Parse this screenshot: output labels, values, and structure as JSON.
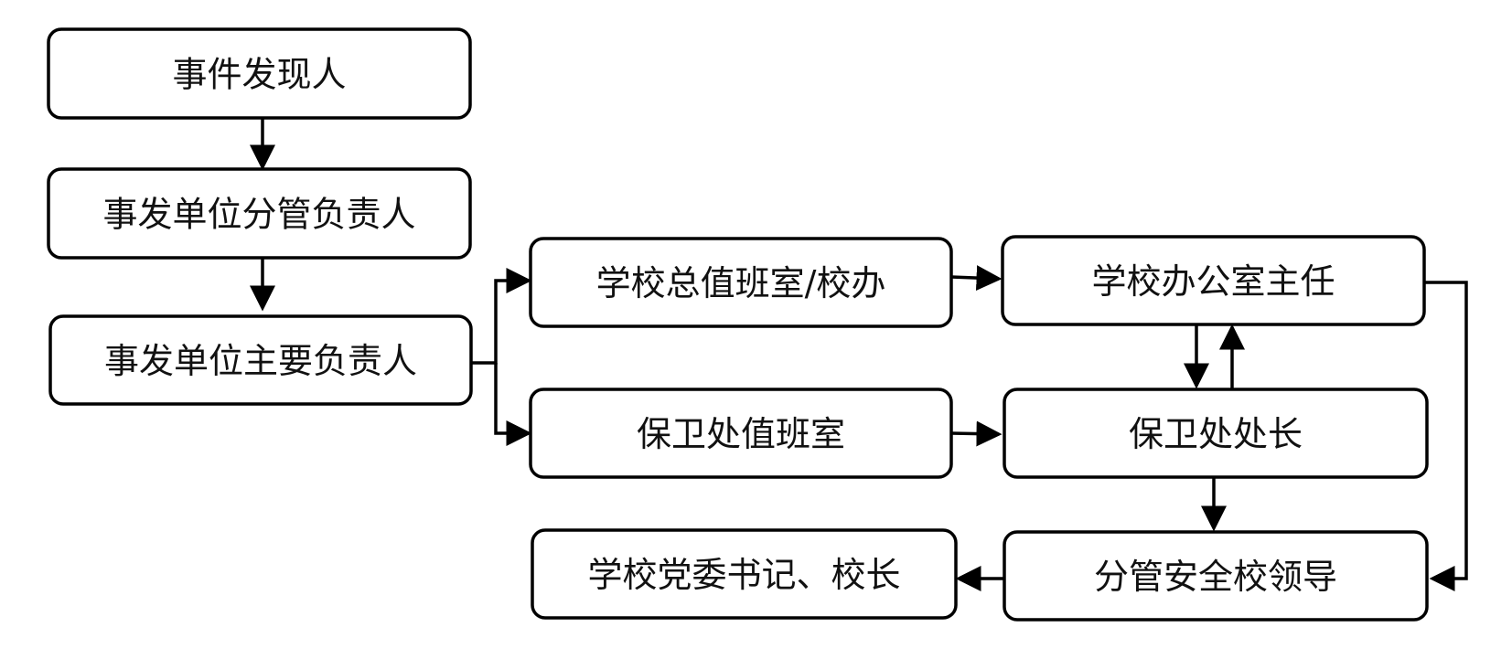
{
  "colors": {
    "stroke": "#000000",
    "fill": "#ffffff",
    "text": "#111111"
  },
  "nodes": {
    "finder": {
      "label": "事件发现人"
    },
    "unit_deputy": {
      "label": "事发单位分管负责人"
    },
    "unit_head": {
      "label": "事发单位主要负责人"
    },
    "duty_office": {
      "label": "学校总值班室/校办"
    },
    "office_director": {
      "label": "学校办公室主任"
    },
    "security_duty": {
      "label": "保卫处值班室"
    },
    "security_chief": {
      "label": "保卫处处长"
    },
    "safety_leader": {
      "label": "分管安全校领导"
    },
    "party_secretary": {
      "label": "学校党委书记、校长"
    }
  },
  "edges": [
    {
      "from": "finder",
      "to": "unit_deputy"
    },
    {
      "from": "unit_deputy",
      "to": "unit_head"
    },
    {
      "from": "unit_head",
      "to": "duty_office"
    },
    {
      "from": "unit_head",
      "to": "security_duty"
    },
    {
      "from": "duty_office",
      "to": "office_director"
    },
    {
      "from": "security_duty",
      "to": "security_chief"
    },
    {
      "from": "office_director",
      "to": "security_chief"
    },
    {
      "from": "security_chief",
      "to": "office_director"
    },
    {
      "from": "security_chief",
      "to": "safety_leader"
    },
    {
      "from": "office_director",
      "to": "safety_leader"
    },
    {
      "from": "safety_leader",
      "to": "party_secretary"
    }
  ]
}
